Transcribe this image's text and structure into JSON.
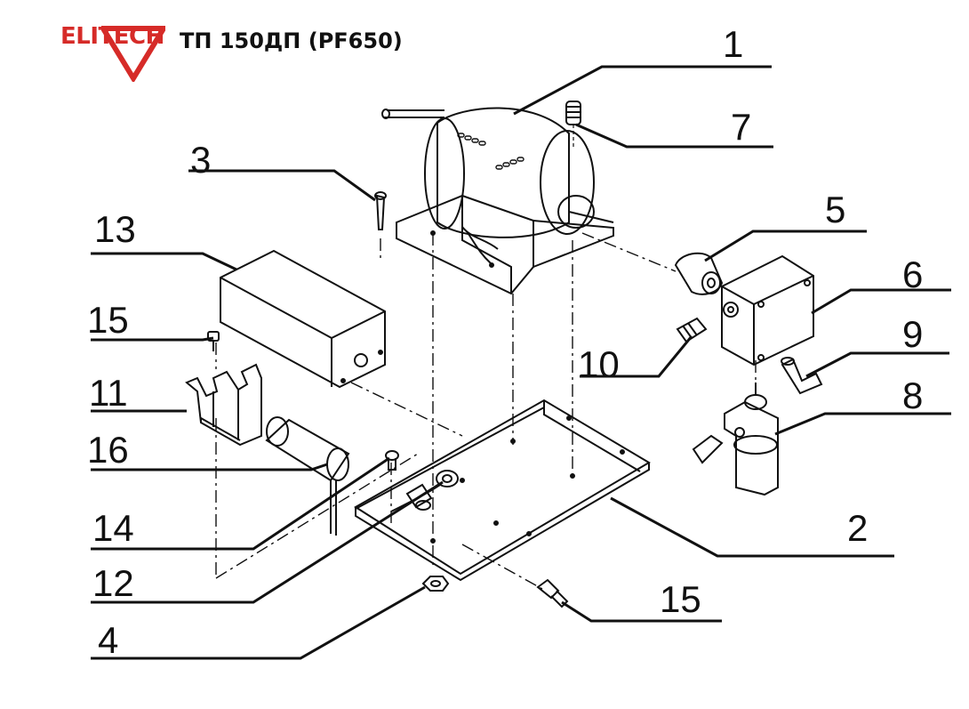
{
  "header": {
    "brand": "ELITECH",
    "model": "ТП 150ДП (PF650)",
    "brand_color": "#d62b28"
  },
  "callouts": {
    "c1": "1",
    "c2": "2",
    "c3": "3",
    "c4": "4",
    "c5": "5",
    "c6": "6",
    "c7": "7",
    "c8": "8",
    "c9": "9",
    "c10": "10",
    "c11": "11",
    "c12": "12",
    "c13": "13",
    "c14": "14",
    "c15a": "15",
    "c15b": "15",
    "c16": "16"
  }
}
